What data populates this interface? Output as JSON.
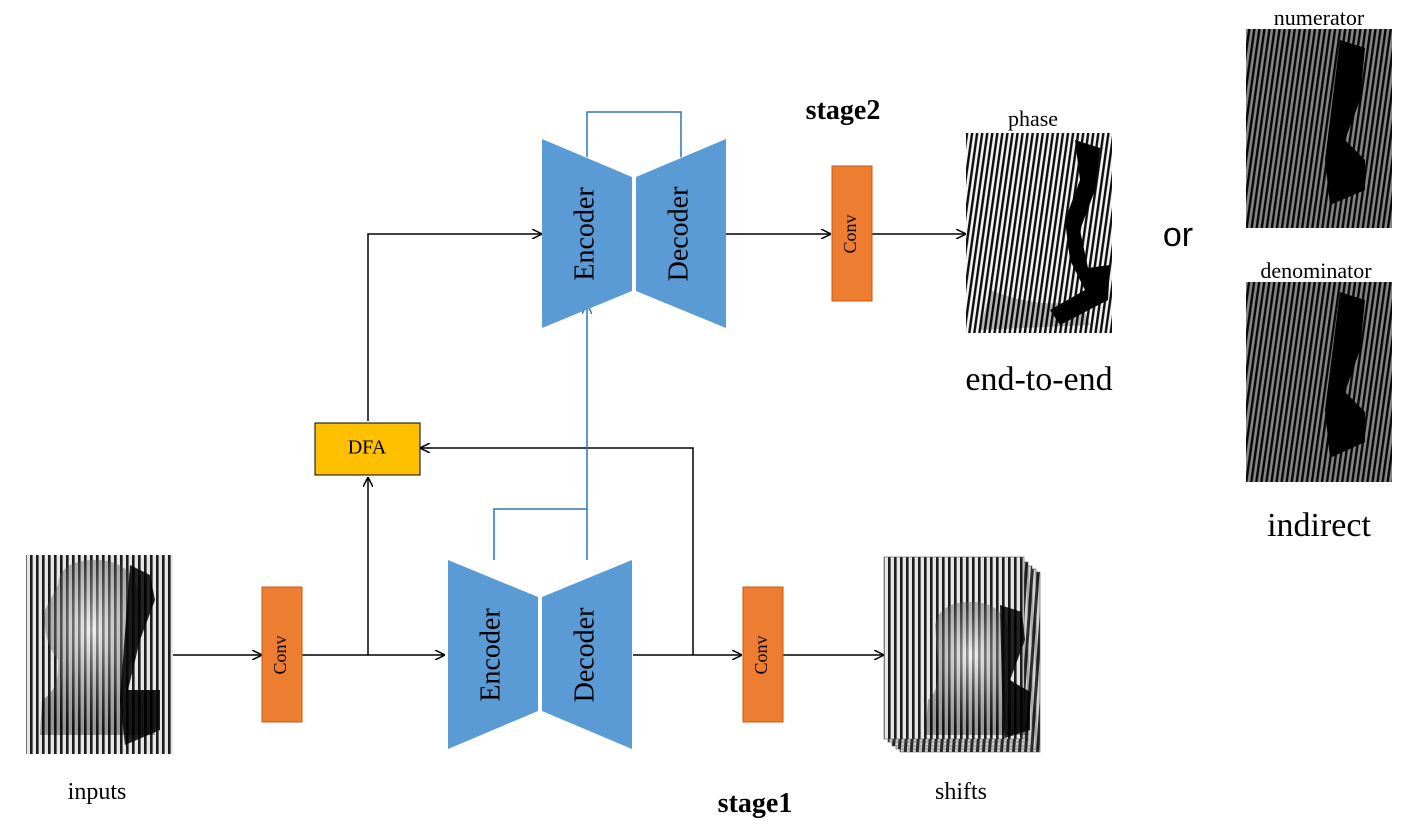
{
  "labels": {
    "stage1": "stage1",
    "stage2": "stage2",
    "inputs": "inputs",
    "shifts": "shifts",
    "phase": "phase",
    "numerator": "numerator",
    "denominator": "denominator",
    "end_to_end": "end-to-end",
    "indirect": "indirect",
    "or": "or"
  },
  "blocks": {
    "conv_input": "Conv",
    "conv_stage1": "Conv",
    "conv_stage2": "Conv",
    "dfa": "DFA",
    "encoder_stage1": "Encoder",
    "decoder_stage1": "Decoder",
    "encoder_stage2": "Encoder",
    "decoder_stage2": "Decoder"
  },
  "colors": {
    "conv": "#ED7D31",
    "encoder_decoder": "#5B9BD5",
    "dfa": "#FFC000",
    "skip_line": "#2E75B6",
    "arrow": "#000000"
  },
  "icons": {
    "inputs": "fringe-statue-image",
    "shifts": "stacked-fringe-images",
    "phase": "phase-map-image",
    "numerator": "numerator-map-image",
    "denominator": "denominator-map-image"
  }
}
